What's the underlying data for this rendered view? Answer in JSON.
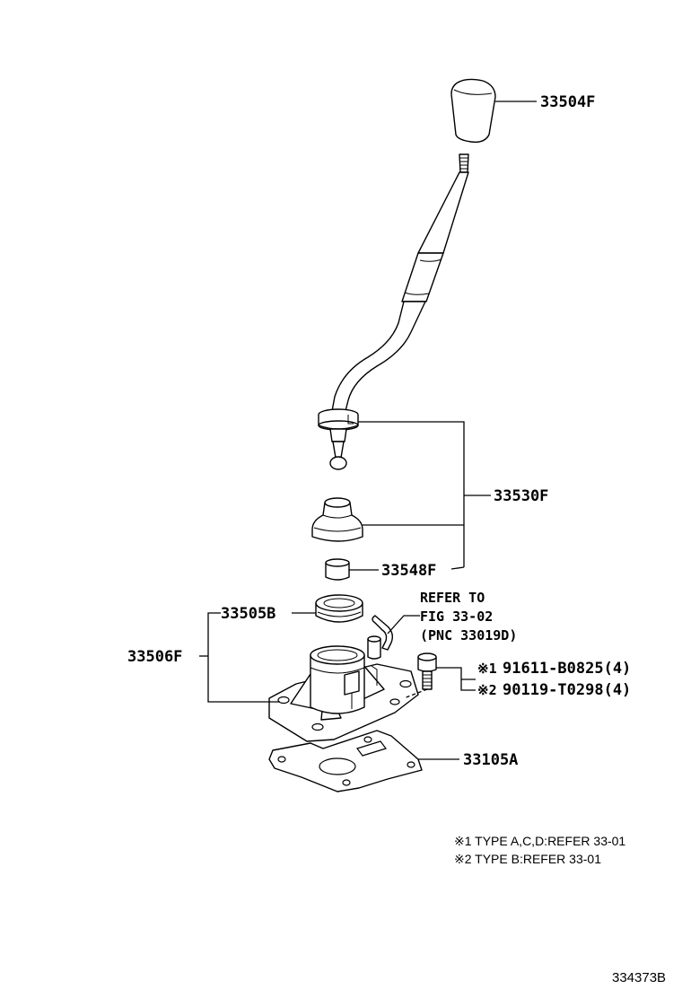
{
  "parts": {
    "knob": "33504F",
    "lever_assy": "33530F",
    "bushing": "33548F",
    "seat": "33505B",
    "housing": "33506F",
    "gasket": "33105A"
  },
  "reference": {
    "line1": "REFER TO",
    "line2": "FIG 33-02",
    "line3": "(PNC 33019D)"
  },
  "bolts": [
    {
      "mark": "※1",
      "part": "91611-B0825(4)"
    },
    {
      "mark": "※2",
      "part": "90119-T0298(4)"
    }
  ],
  "notes": [
    "※1 TYPE A,C,D:REFER 33-01",
    "※2 TYPE B:REFER 33-01"
  ],
  "figure_id": "334373B"
}
